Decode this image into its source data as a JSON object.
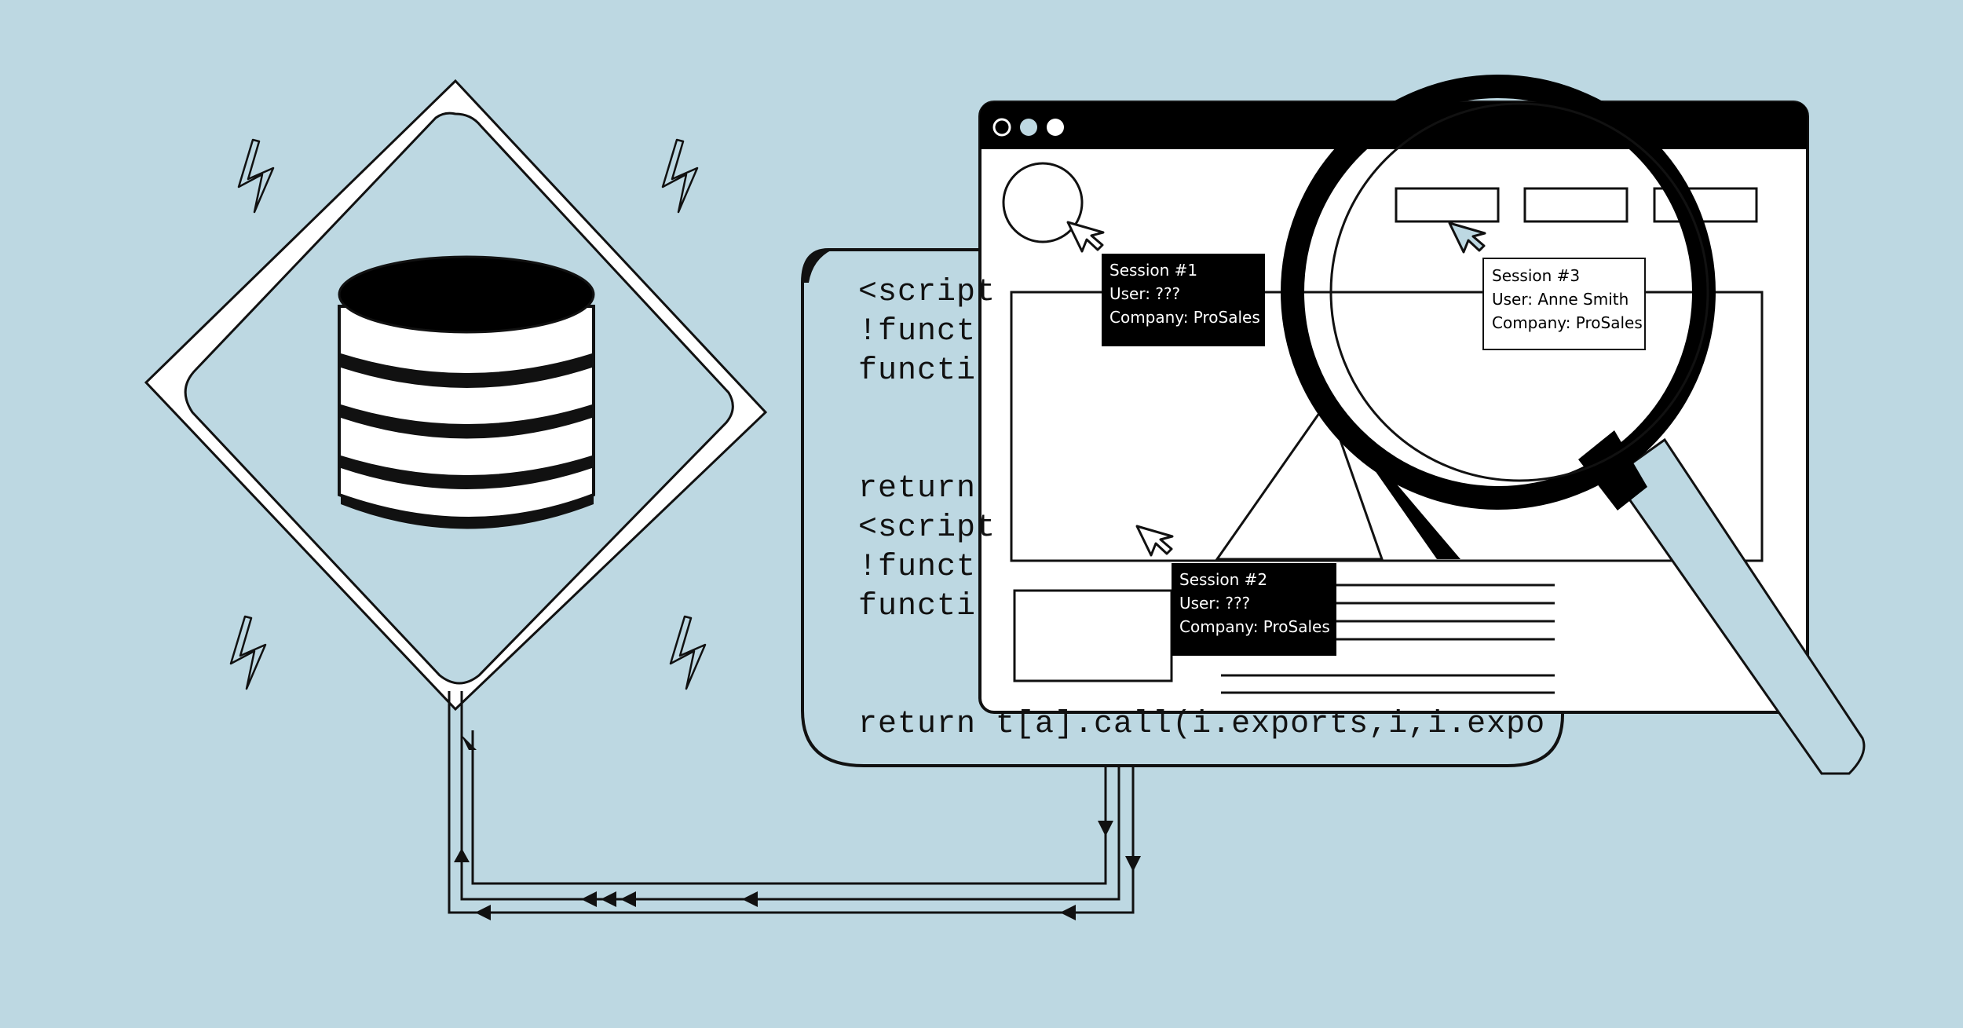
{
  "colors": {
    "background": "#bdd8e2",
    "ink": "#111111",
    "paper": "#ffffff",
    "accent": "#bdd8e2"
  },
  "code_panel": {
    "lines": [
      "<script",
      "!funct",
      "functi",
      "",
      "return",
      "<script",
      "!funct",
      "functi",
      "",
      "return t[a].call(i.exports,i,i.expo"
    ]
  },
  "sessions": [
    {
      "title": "Session #1",
      "user": "User: ???",
      "company": "Company: ProSales"
    },
    {
      "title": "Session #2",
      "user": "User: ???",
      "company": "Company: ProSales"
    },
    {
      "title": "Session #3",
      "user": "User: Anne Smith",
      "company": "Company: ProSales"
    }
  ],
  "icons": {
    "database": "database-icon",
    "lightning": "lightning-icon",
    "cursor": "cursor-icon",
    "magnifier": "magnifier-icon",
    "window_dot": "window-dot-icon"
  }
}
